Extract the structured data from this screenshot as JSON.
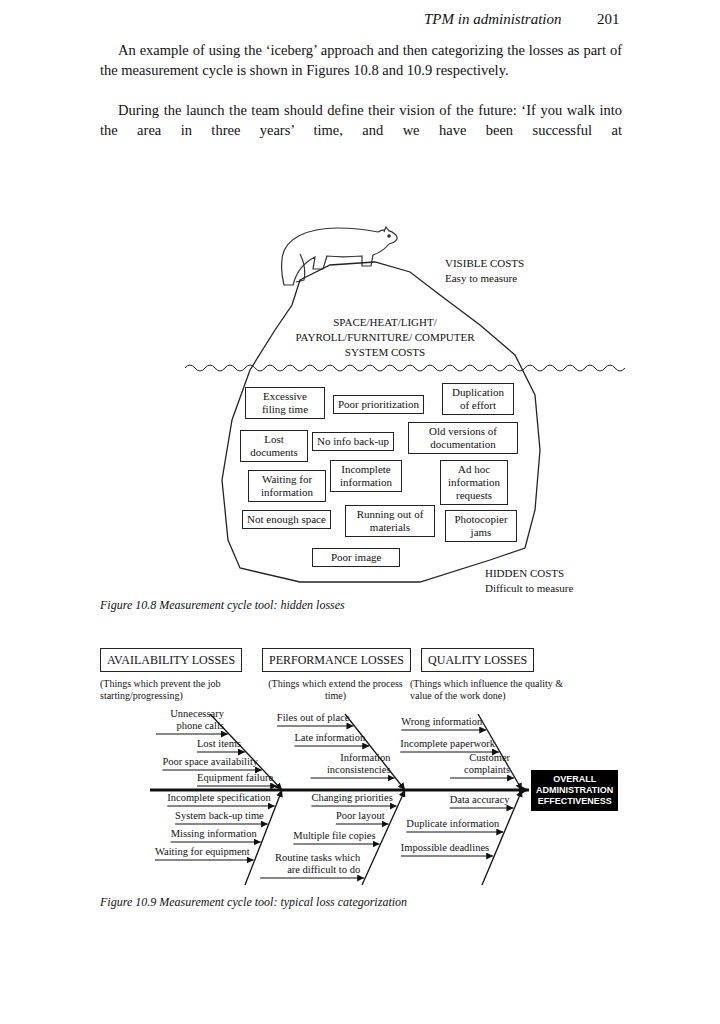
{
  "diagram": {
    "nodes": [
      {
        "text": [
          "SPACE/HEAT/LIGHT/ PAYROLL/FURNITURE/ COMPUTER SYSTEM COSTS"
        ]
      },
      {
        "text": [
          "Excessive filing time"
        ],
        "in": 0
      },
      {
        "text": [
          "Poor prioritization"
        ],
        "in": 0
      },
      {
        "text": [
          "Duplication of effort"
        ],
        "in": 0
      },
      {
        "text": [
          "Lost documents"
        ],
        "in": 0
      },
      {
        "text": [
          "No info back-up"
        ],
        "in": 0
      },
      {
        "text": [
          "Old versions of documentation"
        ],
        "in": 0
      },
      {
        "text": [
          "Incomplete information"
        ],
        "in": 0
      },
      {
        "text": [
          "Ad hoc information requests"
        ],
        "in": 0
      },
      {
        "text": [
          "Waiting for information"
        ],
        "in": 0
      },
      {
        "text": [
          "Photocopier jams"
        ],
        "in": 0
      },
      {
        "text": [
          "Not enough space"
        ],
        "in": 0
      },
      {
        "text": [
          "Running out of materials"
        ],
        "in": 0
      },
      {
        "text": [
          "Poor image"
        ],
        "in": 0
      },
      {
        "text": [
          "AVAILABILITY LOSSES"
        ]
      },
      {
        "text": [
          "PERFORMANCE LOSSES"
        ]
      },
      {
        "text": [
          "QUALITY LOSSES"
        ]
      },
      {
        "text": [
          "OVERALL ADMINISTRATION EFFECTIVENESS"
        ]
      }
    ],
    "labels": [
      "TPM in administration",
      "201",
      "An example of using the ‘iceberg’ approach and then categorizing the losses as part of the measurement cycle is shown in Figures 10.8 and 10.9 respectively.",
      "During the launch the team should define their vision of the future: ‘If you walk into the area in three years’ time, and we have been successful at",
      "VISIBLE COSTS",
      "Easy to measure",
      "HIDDEN COSTS",
      "Difficult to measure",
      "Figure 10.8 Measurement cycle tool: hidden losses",
      "(Things which prevent the job starting/progressing)",
      "(Things which extend the process time)",
      "(Things which influence the quality & value of the work done)",
      "Unnecessary phone calls",
      "Lost items",
      "Poor space availability",
      "Equipment failure",
      "Incomplete specification",
      "System back-up time",
      "Missing information",
      "Waiting for equipment",
      "Files out of place",
      "Late information",
      "Information inconsistencies",
      "Changing priorities",
      "Poor layout",
      "Multiple file copies",
      "Routine tasks which are difficult to do",
      "Wrong information",
      "Incomplete paperwork",
      "Customer complaints",
      "Data accuracy",
      "Duplicate information",
      "Impossible deadlines",
      "Figure 10.9 Measurement cycle tool: typical loss categorization"
    ]
  }
}
